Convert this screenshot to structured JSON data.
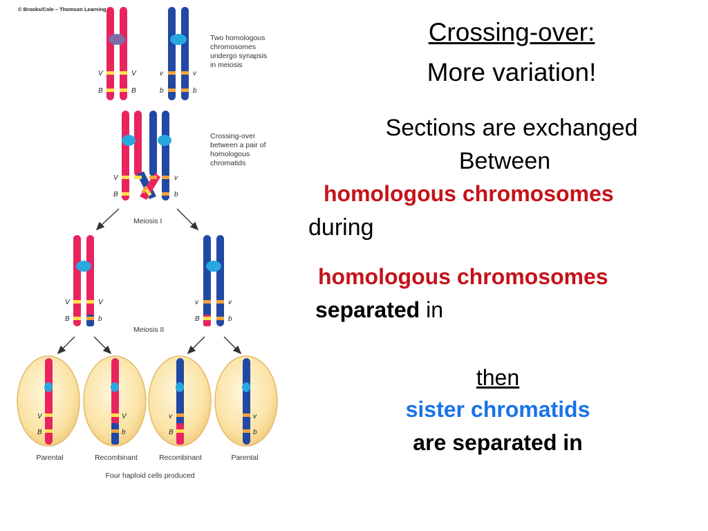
{
  "credit": "© Brooks/Cole – Thomson Learning",
  "figure": {
    "caption_synapsis": [
      "Two homologous",
      "chromosomes",
      "undergo synapsis",
      "in meiosis"
    ],
    "caption_crossing": [
      "Crossing-over",
      "between a pair of",
      "homologous",
      "chromatids"
    ],
    "meiosis1": "Meiosis I",
    "meiosis2": "Meiosis II",
    "alleles": {
      "V": "V",
      "v": "v",
      "B": "B",
      "b": "b"
    },
    "cell_labels": [
      "Parental",
      "Recombinant",
      "Recombinant",
      "Parental"
    ],
    "bottom_caption": "Four haploid cells produced",
    "colors": {
      "red_chromosome": "#e8245f",
      "blue_chromosome": "#2148a3",
      "centromere": "#29a8e0",
      "band_yellow": "#ffe14a",
      "band_orange": "#f4a33c",
      "cell_fill": "#fbe3a6"
    }
  },
  "slide": {
    "title_line1": "Crossing-over:",
    "title_line2": "More variation!",
    "p1_line1": "Sections are exchanged",
    "p1_line2": "Between",
    "p1_highlight": "homologous chromosomes",
    "p1_line4": "during",
    "p2_highlight": "homologous chromosomes",
    "p2_bold": "separated",
    "p2_rest": " in",
    "then": "then",
    "p3_highlight": "sister chromatids",
    "p3_bold": "are separated in"
  }
}
